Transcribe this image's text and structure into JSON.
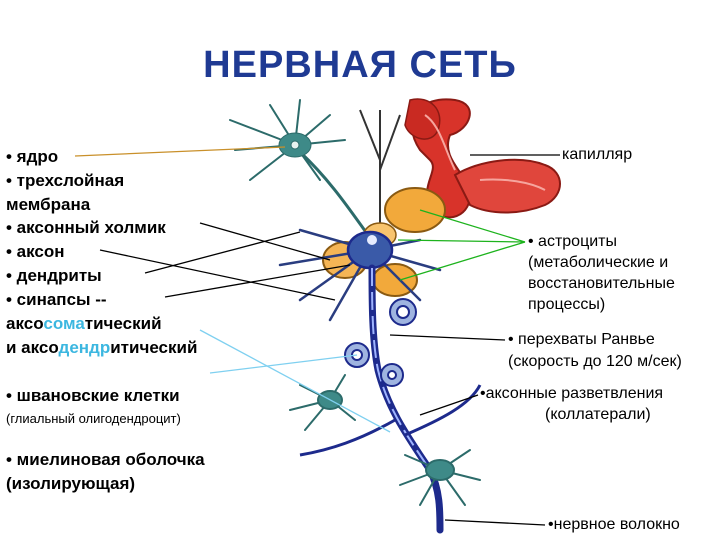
{
  "title": "НЕРВНАЯ СЕТЬ",
  "left_labels": {
    "nucleus": "• ядро",
    "membrane_1": "• трехслойная",
    "membrane_2": "мембрана",
    "axon_hillock": "• аксонный холмик",
    "axon": "• аксон",
    "dendrites": "• дендриты",
    "synapses": "• синапсы --",
    "axosomatic_a": "аксо",
    "axosomatic_b": "сома",
    "axosomatic_c": "тический",
    "axodendritic_a": "и аксо",
    "axodendritic_b": "дендр",
    "axodendritic_c": "итический",
    "schwann": "• шванoвские клетки",
    "glial": "(глиальный олигодендроцит)",
    "myelin_1": "• миелиновая оболочка",
    "myelin_2": "(изолирующая)"
  },
  "right_labels": {
    "capillary": "капилляр",
    "astro_1": "• астроциты",
    "astro_2": "(метаболические и",
    "astro_3": "восстановительные",
    "astro_4": "процессы)",
    "ranvier_1": "• перехваты Ранвье",
    "ranvier_2": "(скорость до 120 м/сек)",
    "collat_1": "•аксонные разветвления",
    "collat_2": "(коллатерали)",
    "fiber": "•нервное волокно"
  },
  "colors": {
    "title": "#1f3a93",
    "highlight": "#3cb7e0",
    "capillary": "#d8332a",
    "astrocyte": "#f2a93b",
    "neuron": "#2c6b6a",
    "axon": "#1d2a8c",
    "pointer_green": "#1db31d",
    "pointer_cyan": "#7fd0f0",
    "pointer_orange": "#c9902a"
  }
}
